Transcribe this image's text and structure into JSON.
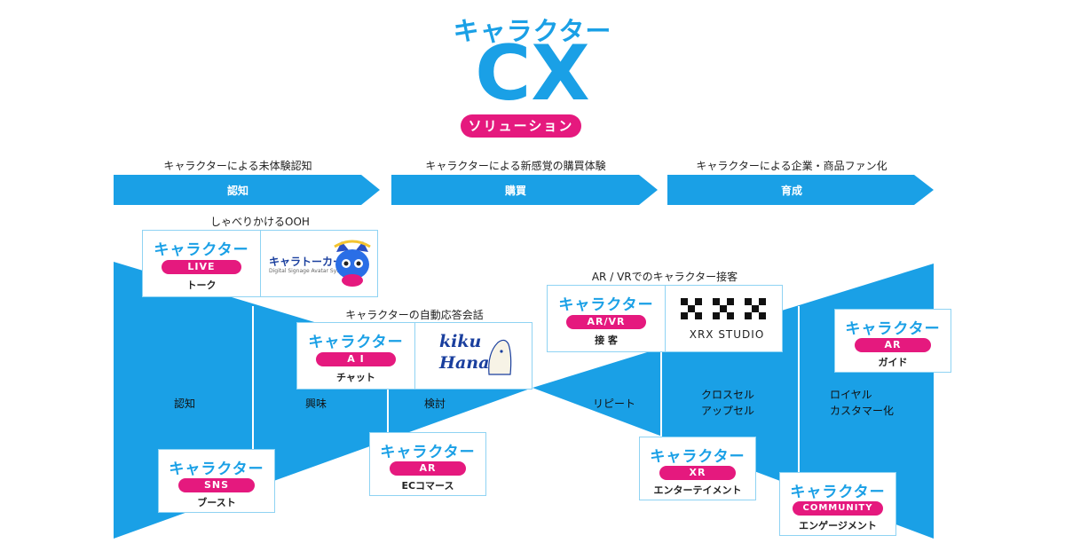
{
  "title": {
    "top": "キャラクター",
    "main": "CX",
    "pill": "ソリューション"
  },
  "phases": [
    {
      "caption": "キャラクターによる未体験認知",
      "label": "認知"
    },
    {
      "caption": "キャラクターによる新感覚の購買体験",
      "label": "購買"
    },
    {
      "caption": "キャラクターによる企業・商品ファン化",
      "label": "育成"
    }
  ],
  "sections": {
    "ooh": "しゃべりかけるOOH",
    "auto": "キャラクターの自動応答会話",
    "arvr": "AR / VRでのキャラクター接客"
  },
  "stages": {
    "ninchi": "認知",
    "kyomi": "興味",
    "kento": "検討",
    "repeat": "リピート",
    "cross1": "クロスセル",
    "cross2": "アップセル",
    "loyal1": "ロイヤル",
    "loyal2": "カスタマー化"
  },
  "cards": {
    "live": {
      "brand": "キャラクター",
      "tag": "LIVE",
      "sub": "トーク"
    },
    "ai": {
      "brand": "キャラクター",
      "tag": "A I",
      "sub": "チャット"
    },
    "arvr": {
      "brand": "キャラクター",
      "tag": "AR/VR",
      "sub": "接 客"
    },
    "ar_guide": {
      "brand": "キャラクター",
      "tag": "AR",
      "sub": "ガイド"
    },
    "sns": {
      "brand": "キャラクター",
      "tag": "SNS",
      "sub": "ブースト"
    },
    "ar_ec": {
      "brand": "キャラクター",
      "tag": "AR",
      "sub": "ECコマース"
    },
    "xr": {
      "brand": "キャラクター",
      "tag": "XR",
      "sub": "エンターテイメント"
    },
    "community": {
      "brand": "キャラクター",
      "tag": "COMMUNITY",
      "sub": "エンゲージメント"
    }
  },
  "logos": {
    "chara_talker": "キャラトーカー",
    "chara_talker_sub": "Digital Signage Avatar System",
    "kiku1": "kiku",
    "kiku2": "Hana",
    "xrx": "XRX STUDIO"
  },
  "colors": {
    "blue": "#1aa0e6",
    "pink": "#e5197e"
  }
}
